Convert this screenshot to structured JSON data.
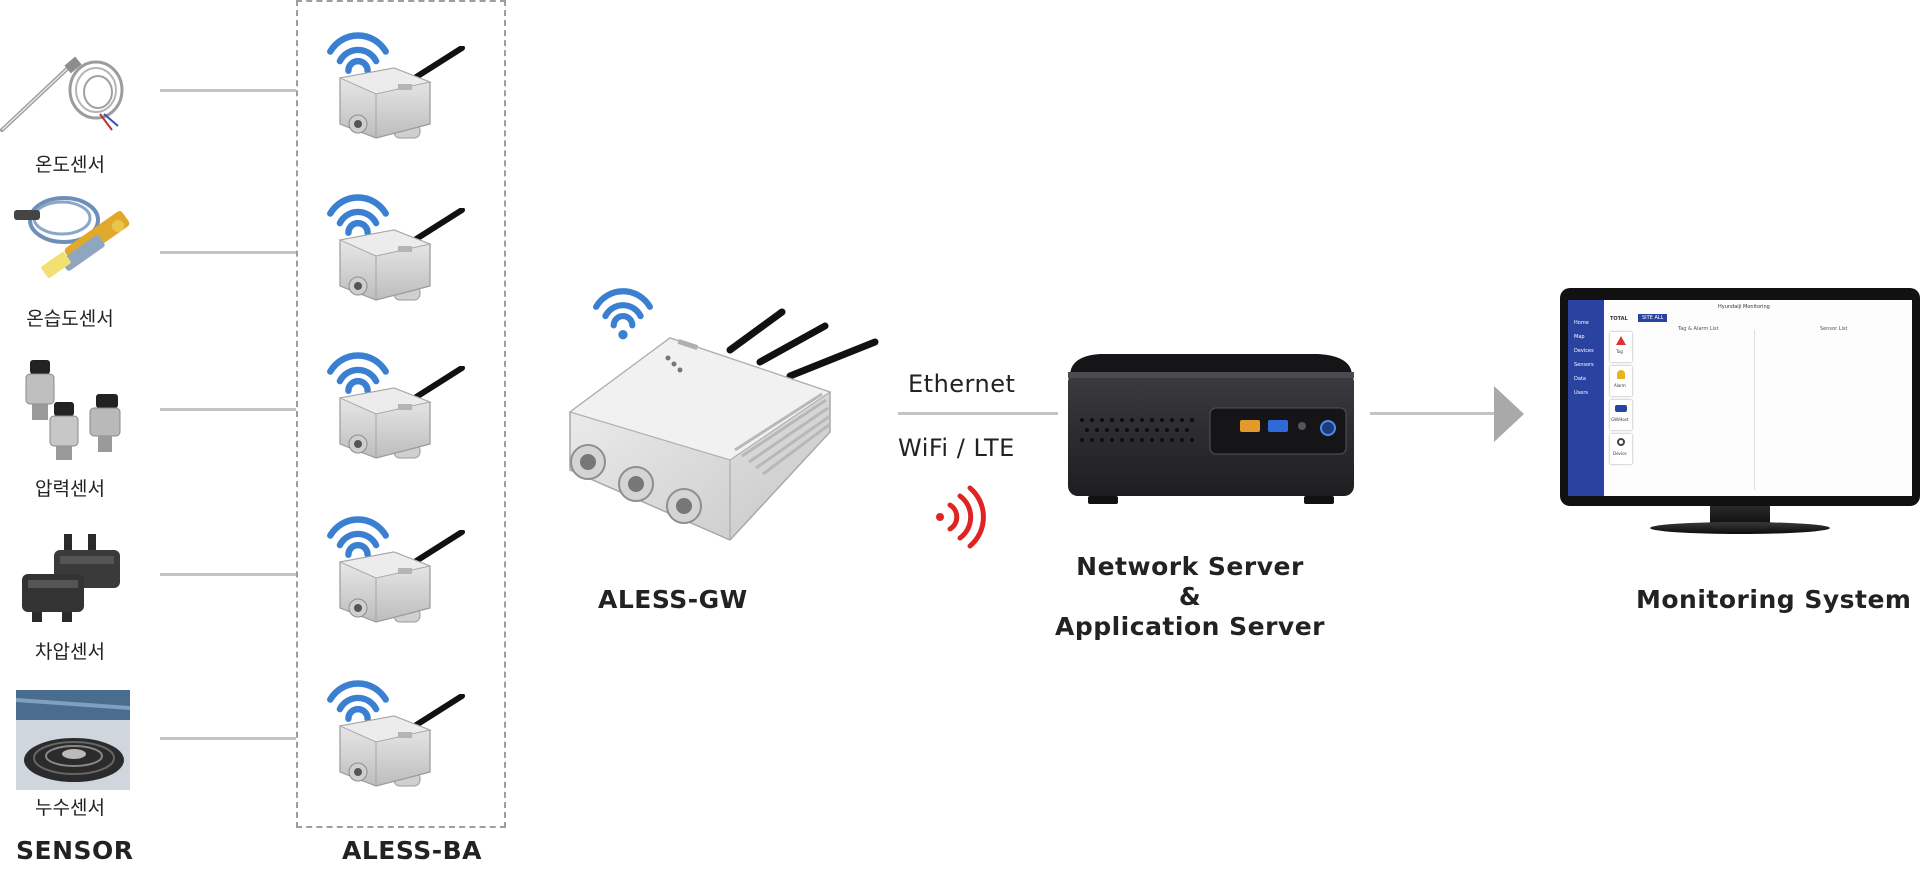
{
  "sensors": [
    {
      "label": "온도센서"
    },
    {
      "label": "온습도센서"
    },
    {
      "label": "압력센서"
    },
    {
      "label": "차압센서"
    },
    {
      "label": "누수센서"
    }
  ],
  "labels": {
    "sensor": "SENSOR",
    "aless_ba": "ALESS-BA",
    "aless_gw": "ALESS-GW",
    "ethernet": "Ethernet",
    "wifi_lte": "WiFi / LTE",
    "server_line1": "Network Server",
    "server_line2": "&",
    "server_line3": "Application Server",
    "monitoring": "Monitoring System"
  },
  "monitor_screen": {
    "app_title": "Hyundaiji Monitoring",
    "total": "TOTAL",
    "tab_active": "SITE ALL",
    "col1": "Tag & Alarm List",
    "col2": "Sensor List",
    "sidebar_items": [
      "Home",
      "Map",
      "Devices",
      "Sensors",
      "Data",
      "Users"
    ],
    "cards": [
      "Tag",
      "Alarm",
      "GW/Host",
      "Device"
    ]
  },
  "colors": {
    "wifi": "#3a7fd0",
    "signal": "#e02424",
    "connector": "#c4c4c4",
    "dashed": "#9e9e9e",
    "device": "#d9d9d9",
    "server": "#2b2b2e",
    "sidebar": "#2b43a0"
  }
}
